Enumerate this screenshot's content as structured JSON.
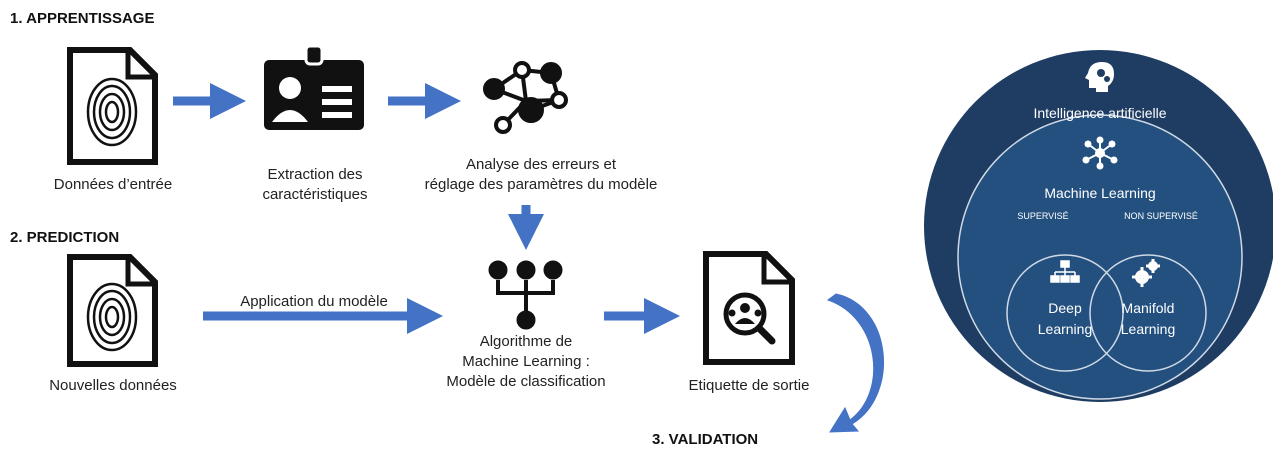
{
  "sections": {
    "learning": "1. APPRENTISSAGE",
    "prediction": "2. PREDICTION",
    "validation": "3. VALIDATION"
  },
  "captions": {
    "input_data": "Données d’entrée",
    "feature_extraction_1": "Extraction des",
    "feature_extraction_2": "caractéristiques",
    "error_analysis_1": "Analyse des erreurs et",
    "error_analysis_2": "réglage des paramètres du modèle",
    "new_data": "Nouvelles données",
    "apply_model": "Application du modèle",
    "algorithm_1": "Algorithme de",
    "algorithm_2": "Machine Learning :",
    "algorithm_3": "Modèle de classification",
    "output_label": "Etiquette de sortie"
  },
  "venn": {
    "ai": "Intelligence artificielle",
    "ml": "Machine Learning",
    "supervised": "SUPERVISÉ",
    "unsupervised": "NON SUPERVISÉ",
    "deep_1": "Deep",
    "deep_2": "Learning",
    "manifold_1": "Manifold",
    "manifold_2": "Learning",
    "colors": {
      "outer": "#1f3d63",
      "inner": "#24507f",
      "arrow": "#4472c4"
    }
  },
  "icons": [
    "fingerprint-document-icon",
    "id-card-icon",
    "network-icon",
    "algorithm-tree-icon",
    "search-document-icon",
    "brain-gears-icon",
    "ml-network-icon",
    "hierarchy-icon",
    "gears-icon"
  ]
}
